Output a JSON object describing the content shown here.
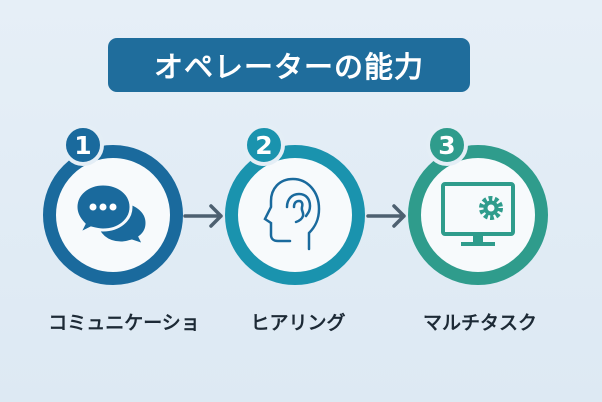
{
  "title": "オペレーターの能力",
  "colors": {
    "step1": "#1a6a9d",
    "step2": "#1a93ae",
    "step3": "#2f9c8c",
    "arrow": "#4d6070"
  },
  "steps": [
    {
      "number": "1",
      "label": "コミュニケーショ",
      "icon": "speech-bubbles-icon"
    },
    {
      "number": "2",
      "label": "ヒアリング",
      "icon": "ear-head-icon"
    },
    {
      "number": "3",
      "label": "マルチタスク",
      "icon": "monitor-gear-icon"
    }
  ]
}
